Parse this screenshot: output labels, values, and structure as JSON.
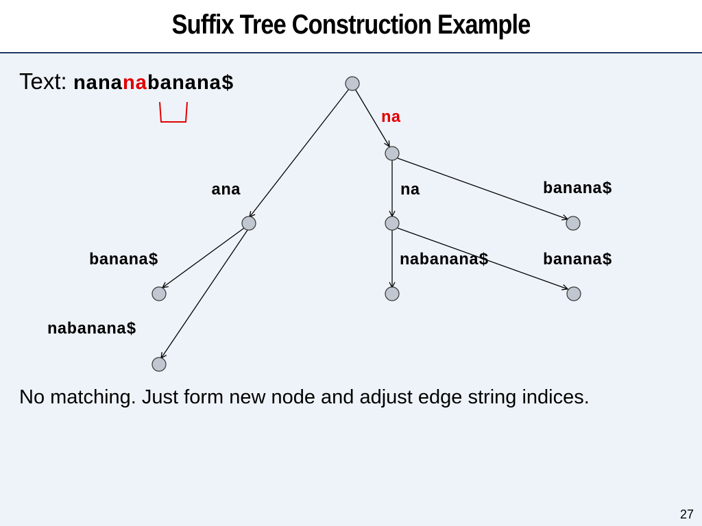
{
  "slide": {
    "title": "Suffix Tree Construction Example",
    "text_label": "Text:",
    "text_before": "nana",
    "text_highlight": "na",
    "text_after": "banana$",
    "note": "No matching.  Just form new node and adjust edge string indices.",
    "page_number": "27"
  },
  "tree": {
    "edge_labels": {
      "root_to_na": "na",
      "root_to_ana": "ana",
      "na_to_na": "na",
      "na_to_banana": "banana$",
      "ana_to_banana": "banana$",
      "ana_to_nabanana": "nabanana$",
      "nana_to_nabanana": "nabanana$",
      "nana_to_banana": "banana$"
    }
  },
  "colors": {
    "highlight": "#e00000",
    "node_fill": "#c0c7d0",
    "background": "#eef3f9",
    "rule": "#1f3864"
  }
}
